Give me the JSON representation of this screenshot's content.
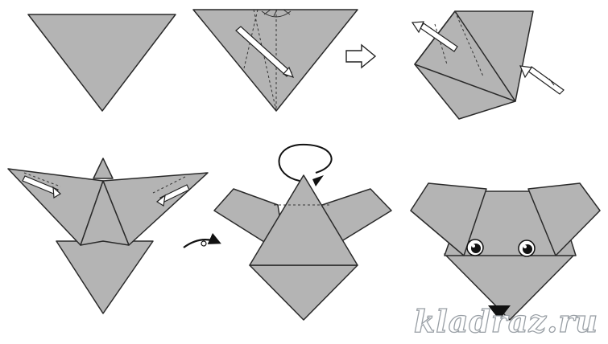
{
  "colors": {
    "paper": "#b4b4b4",
    "outline": "#2a2a2a",
    "fold_line": "#333333",
    "arrow_fill": "#ffffff",
    "nose": "#111111",
    "watermark_outline": "#9aa0a6"
  },
  "watermark": {
    "text": "kladraz.ru"
  },
  "steps": [
    {
      "id": "step-1",
      "shape": "triangle"
    },
    {
      "id": "step-2",
      "shape": "triangle-with-fold-lines"
    },
    {
      "id": "step-3",
      "shape": "folded-triangle"
    },
    {
      "id": "step-4",
      "shape": "ears-folded-down"
    },
    {
      "id": "step-5",
      "shape": "turned-over-with-flap"
    },
    {
      "id": "step-6",
      "shape": "finished-dog-face"
    }
  ],
  "icons": [
    "hollow-next-arrow-icon",
    "turn-over-arrow-icon",
    "rotate-loop-arrow-icon"
  ]
}
